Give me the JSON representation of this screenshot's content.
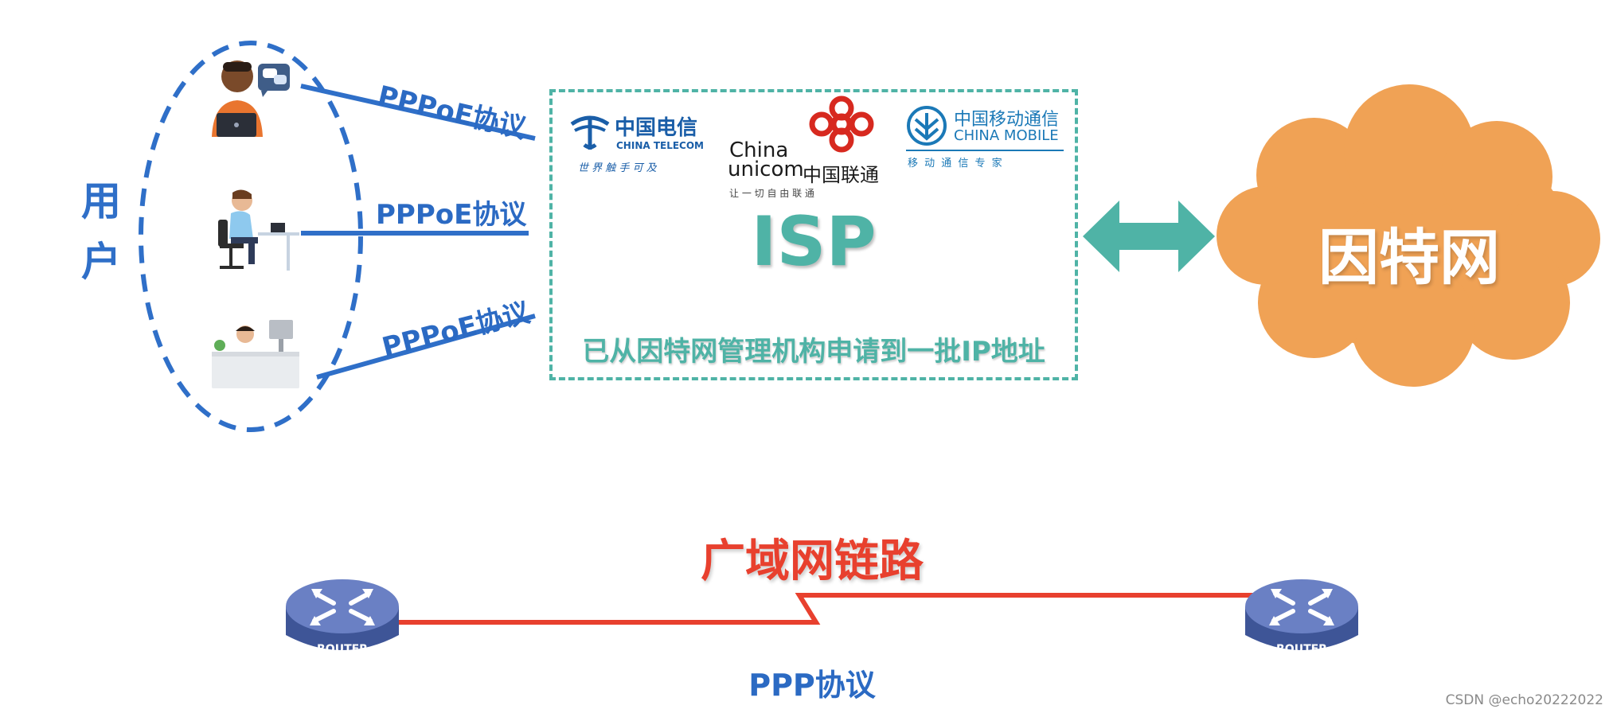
{
  "users": {
    "label": "用户"
  },
  "links": [
    {
      "protocol": "PPPoE协议"
    },
    {
      "protocol": "PPPoE协议"
    },
    {
      "protocol": "PPPoE协议"
    }
  ],
  "isp": {
    "label": "ISP",
    "note": "已从因特网管理机构申请到一批IP地址",
    "providers": [
      {
        "name_cn": "中国电信",
        "name_en": "CHINA TELECOM",
        "slogan": "世 界 触 手 可 及"
      },
      {
        "name_en_line1": "China",
        "name_en_line2": "unicom",
        "name_cn": "中国联通",
        "slogan": "让 一 切 自 由 联 通"
      },
      {
        "name_cn": "中国移动通信",
        "name_en": "CHINA MOBILE",
        "slogan": "移 动 通 信 专 家"
      }
    ]
  },
  "internet": {
    "label": "因特网"
  },
  "wan": {
    "label": "广域网链路",
    "protocol": "PPP协议",
    "routers": [
      {
        "label": "ROUTER"
      },
      {
        "label": "ROUTER"
      }
    ]
  },
  "colors": {
    "blue": "#2b6ac3",
    "teal": "#4fb3a6",
    "orange": "#f0a255",
    "red": "#e8402e",
    "router": "#5a6fb8"
  },
  "watermark": "CSDN @echo20222022"
}
